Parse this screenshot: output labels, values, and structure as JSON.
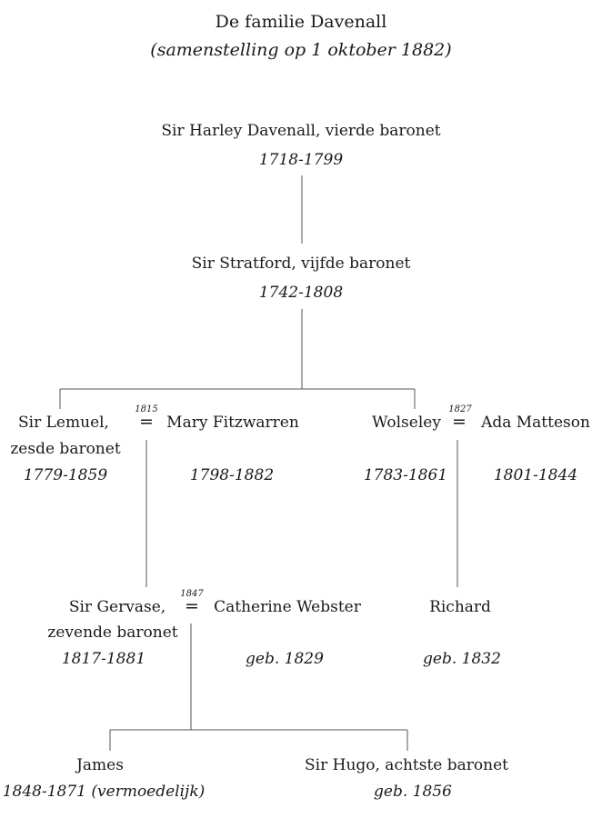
{
  "header": {
    "title": "De familie Davenall",
    "subtitle": "(samenstelling op 1 oktober 1882)"
  },
  "people": {
    "harley": {
      "name": "Sir Harley Davenall, vierde baronet",
      "dates": "1718-1799"
    },
    "stratford": {
      "name": "Sir Stratford, vijfde baronet",
      "dates": "1742-1808"
    },
    "lemuel": {
      "name_line1": "Sir Lemuel,",
      "name_line2": "zesde baronet",
      "dates": "1779-1859"
    },
    "mary": {
      "name": "Mary Fitzwarren",
      "dates": "1798-1882"
    },
    "wolseley": {
      "name": "Wolseley",
      "dates": "1783-1861"
    },
    "ada": {
      "name": "Ada Matteson",
      "dates": "1801-1844"
    },
    "gervase": {
      "name_line1": "Sir Gervase,",
      "name_line2": "zevende baronet",
      "dates": "1817-1881"
    },
    "catherine": {
      "name": "Catherine Webster",
      "dates": "geb. 1829"
    },
    "richard": {
      "name": "Richard",
      "dates": "geb. 1832"
    },
    "james": {
      "name": "James",
      "dates": "1848-1871 (vermoedelijk)"
    },
    "hugo": {
      "name": "Sir Hugo, achtste baronet",
      "dates": "geb. 1856"
    }
  },
  "marriages": {
    "lemuel_mary": {
      "symbol": "=",
      "year": "1815"
    },
    "wolseley_ada": {
      "symbol": "=",
      "year": "1827"
    },
    "gervase_catherine": {
      "symbol": "=",
      "year": "1847"
    }
  }
}
